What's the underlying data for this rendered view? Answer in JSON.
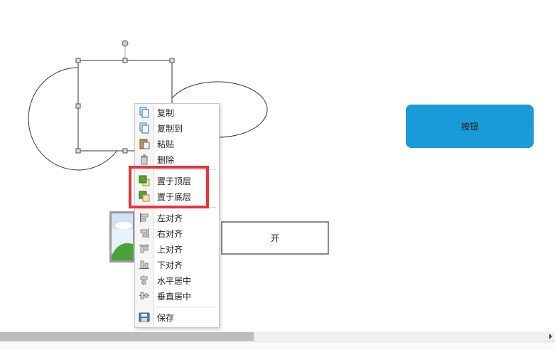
{
  "canvas": {
    "button_label": "按钮",
    "open_label": "开"
  },
  "context_menu": {
    "items": [
      {
        "label": "复制",
        "icon": "copy-icon"
      },
      {
        "label": "复制到",
        "icon": "copy-to-icon"
      },
      {
        "label": "粘贴",
        "icon": "paste-icon"
      },
      {
        "label": "删除",
        "icon": "delete-icon"
      },
      {
        "label": "置于顶层",
        "icon": "bring-to-front-icon"
      },
      {
        "label": "置于底层",
        "icon": "send-to-back-icon"
      },
      {
        "label": "左对齐",
        "icon": "align-left-icon"
      },
      {
        "label": "右对齐",
        "icon": "align-right-icon"
      },
      {
        "label": "上对齐",
        "icon": "align-top-icon"
      },
      {
        "label": "下对齐",
        "icon": "align-bottom-icon"
      },
      {
        "label": "水平居中",
        "icon": "align-center-horizontal-icon"
      },
      {
        "label": "垂直居中",
        "icon": "align-center-vertical-icon"
      },
      {
        "label": "保存",
        "icon": "save-icon"
      }
    ]
  },
  "colors": {
    "button_blue": "#1a9ad6",
    "highlight_red": "#e8343a"
  }
}
